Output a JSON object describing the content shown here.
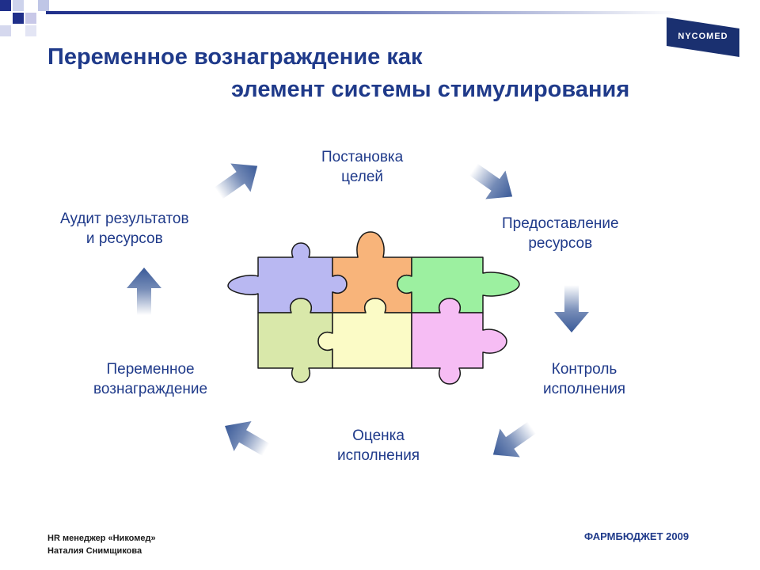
{
  "title": {
    "line1": "Переменное вознаграждение как",
    "line2": "элемент системы стимулирования"
  },
  "logo": {
    "text": "NYCOMED"
  },
  "cycle": {
    "goals": [
      "Постановка",
      "целей"
    ],
    "resources": [
      "Предоставление",
      "ресурсов"
    ],
    "control": [
      "Контроль",
      "исполнения"
    ],
    "evaluation": [
      "Оценка",
      "исполнения"
    ],
    "variable_pay": [
      "Переменное",
      "вознаграждение"
    ],
    "audit": [
      "Аудит результатов",
      "и ресурсов"
    ]
  },
  "footer": {
    "author_role": "HR менеджер «Никомед»",
    "author_name": "Наталия Снимщикова",
    "event": "ФАРМБЮДЖЕТ 2009"
  },
  "colors": {
    "title": "#1f3a8a",
    "arrow": "#3a5a98",
    "piece_violet": "#b9b8f2",
    "piece_orange": "#f8b47a",
    "piece_green": "#9cf0a0",
    "piece_olive": "#d9e8aa",
    "piece_yellow": "#fbfbc6",
    "piece_pink": "#f6bdf4"
  }
}
